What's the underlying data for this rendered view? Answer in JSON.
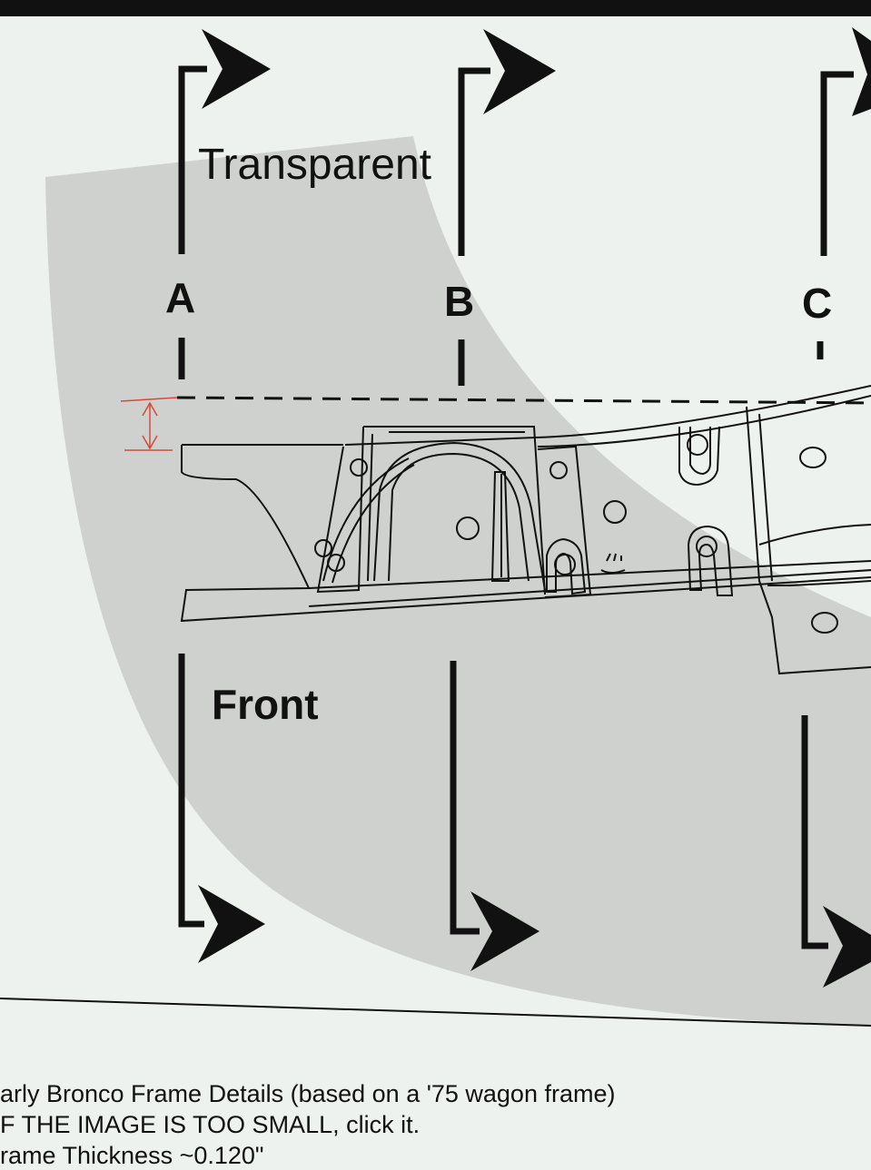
{
  "diagram": {
    "labels": {
      "transparent": "Transparent",
      "front": "Front",
      "section_a": "A",
      "section_b": "B",
      "section_c": "C"
    }
  },
  "caption": {
    "line1": "arly Bronco Frame Details (based on a '75 wagon frame)",
    "line2": "F THE IMAGE IS TOO SMALL, click it.",
    "line3": "rame Thickness ~0.120\""
  },
  "colors": {
    "ink": "#111111",
    "shadow": "#c9cbc8",
    "dimension_red": "#d64a3a",
    "page_background": "#eef2ef"
  }
}
